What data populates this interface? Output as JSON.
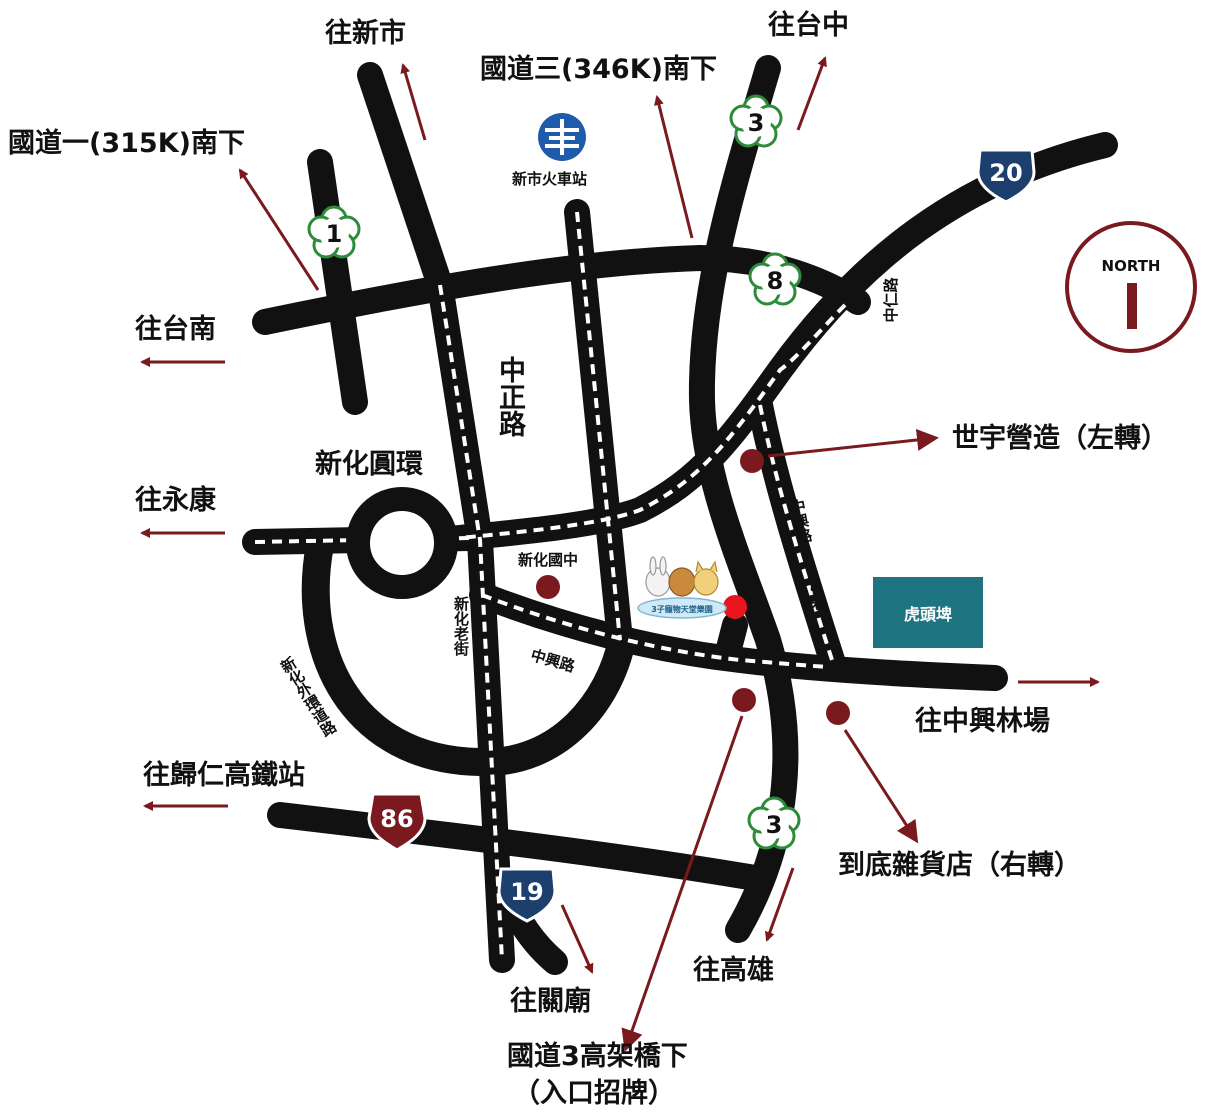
{
  "destinations": {
    "xinshi": "往新市",
    "taichung": "往台中",
    "tainan": "往台南",
    "yongkang": "往永康",
    "guiren_hsr": "往歸仁高鐵站",
    "guanmiao": "往關廟",
    "kaohsiung": "往高雄",
    "zhongxing_forest": "往中興林場"
  },
  "highways": {
    "freeway1": "國道一(315K)南下",
    "freeway3": "國道三(346K)南下"
  },
  "landmarks": {
    "station": "新市火車站",
    "roundabout": "新化圓環",
    "school": "新化國中",
    "tiger_pond": "虎頭埤",
    "shiyu": "世宇營造（左轉）",
    "store": "到底雜貨店（右轉）",
    "overpass_line1": "國道3高架橋下",
    "overpass_line2": "（入口招牌）",
    "destination_logo_text": "3子寵物天堂樂園"
  },
  "roads": {
    "zhongzheng": "中正路",
    "zhongxing": "中興路",
    "zhongxing_lane": "中興路104巷",
    "old_street": "新化老街",
    "outer_ring": "新化外環道路",
    "zhongren": "中仁路"
  },
  "route_shields": {
    "r1": "1",
    "r3_north": "3",
    "r3_south": "3",
    "r8": "8",
    "r20": "20",
    "r19": "19",
    "r86": "86"
  },
  "compass": "NORTH",
  "colors": {
    "road": "#111111",
    "arrow": "#7a1a1e",
    "marker": "#7a1a1e",
    "destination_marker": "#e8141e",
    "provincial_shield": "#1c3f6e",
    "expressway_shield": "#7a1a1e",
    "county_shield_border": "#2e8b3a",
    "tiger_pond_bg": "#1e7480"
  }
}
